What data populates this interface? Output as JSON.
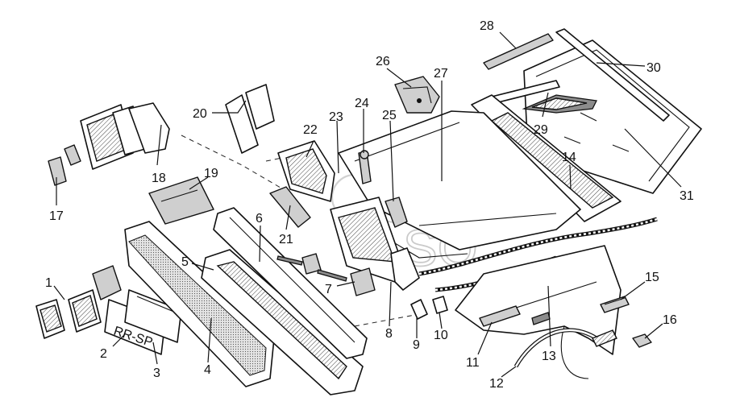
{
  "diagram": {
    "callouts": [
      {
        "id": "1",
        "text": "1"
      },
      {
        "id": "2",
        "text": "2"
      },
      {
        "id": "3",
        "text": "3"
      },
      {
        "id": "4",
        "text": "4"
      },
      {
        "id": "5",
        "text": "5"
      },
      {
        "id": "6",
        "text": "6"
      },
      {
        "id": "7",
        "text": "7"
      },
      {
        "id": "8",
        "text": "8"
      },
      {
        "id": "9",
        "text": "9"
      },
      {
        "id": "10",
        "text": "10"
      },
      {
        "id": "11",
        "text": "11"
      },
      {
        "id": "12",
        "text": "12"
      },
      {
        "id": "13",
        "text": "13"
      },
      {
        "id": "14",
        "text": "14"
      },
      {
        "id": "15",
        "text": "15"
      },
      {
        "id": "16",
        "text": "16"
      },
      {
        "id": "17",
        "text": "17"
      },
      {
        "id": "18",
        "text": "18"
      },
      {
        "id": "19",
        "text": "19"
      },
      {
        "id": "20",
        "text": "20"
      },
      {
        "id": "21",
        "text": "21"
      },
      {
        "id": "22",
        "text": "22"
      },
      {
        "id": "23",
        "text": "23"
      },
      {
        "id": "24",
        "text": "24"
      },
      {
        "id": "25",
        "text": "25"
      },
      {
        "id": "26",
        "text": "26"
      },
      {
        "id": "27",
        "text": "27"
      },
      {
        "id": "28",
        "text": "28"
      },
      {
        "id": "29",
        "text": "29"
      },
      {
        "id": "30",
        "text": "30"
      },
      {
        "id": "31",
        "text": "31"
      }
    ],
    "plate_text": "RR-SP",
    "watermark_text": "SO"
  }
}
